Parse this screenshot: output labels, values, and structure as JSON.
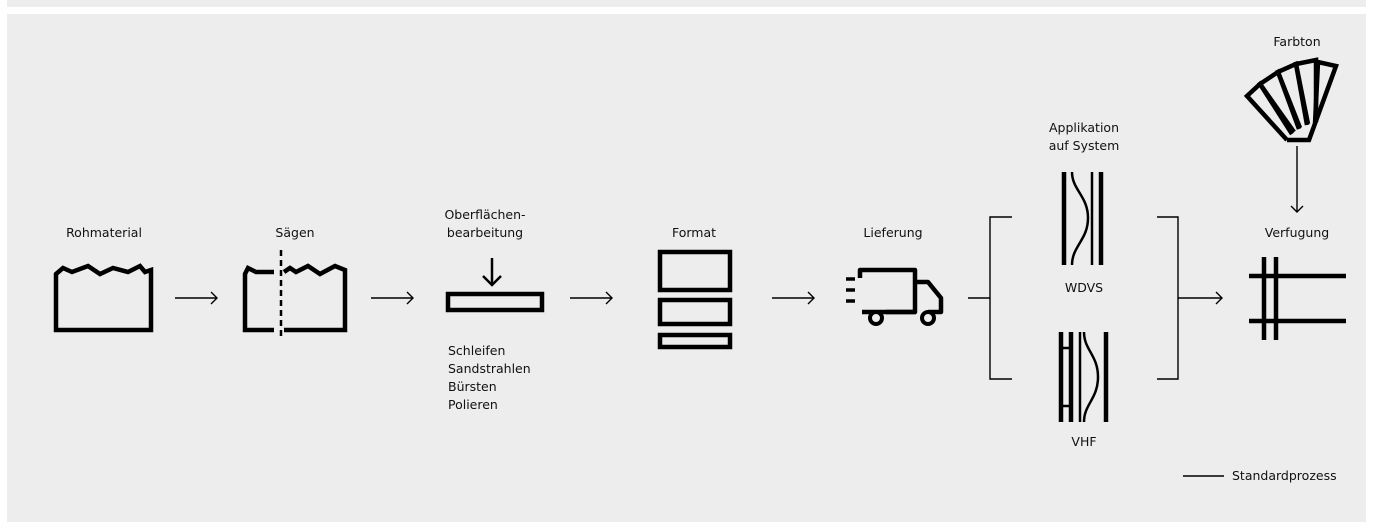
{
  "colors": {
    "background": "#ededed",
    "stroke": "#000000",
    "text": "#111111"
  },
  "steps": {
    "rohmaterial": "Rohmaterial",
    "saegen": "Sägen",
    "oberflaeche": "Oberflächen-\nbearbeitung",
    "oberflaeche_methods": "Schleifen\nSandstrahlen\nBürsten\nPolieren",
    "format": "Format",
    "lieferung": "Lieferung",
    "applikation": "Applikation\nauf System",
    "wdvs": "WDVS",
    "vhf": "VHF",
    "farbton": "Farbton",
    "verfugung": "Verfugung"
  },
  "legend": {
    "label": "Standardprozess"
  },
  "icons": {
    "rohmaterial": "raw-stone-block-icon",
    "saegen": "sawn-block-icon",
    "oberflaeche": "surface-treatment-icon",
    "format": "stacked-formats-icon",
    "lieferung": "delivery-truck-icon",
    "wdvs": "wdvs-wall-icon",
    "vhf": "vhf-wall-icon",
    "farbton": "color-fan-icon",
    "verfugung": "joint-grid-icon"
  }
}
